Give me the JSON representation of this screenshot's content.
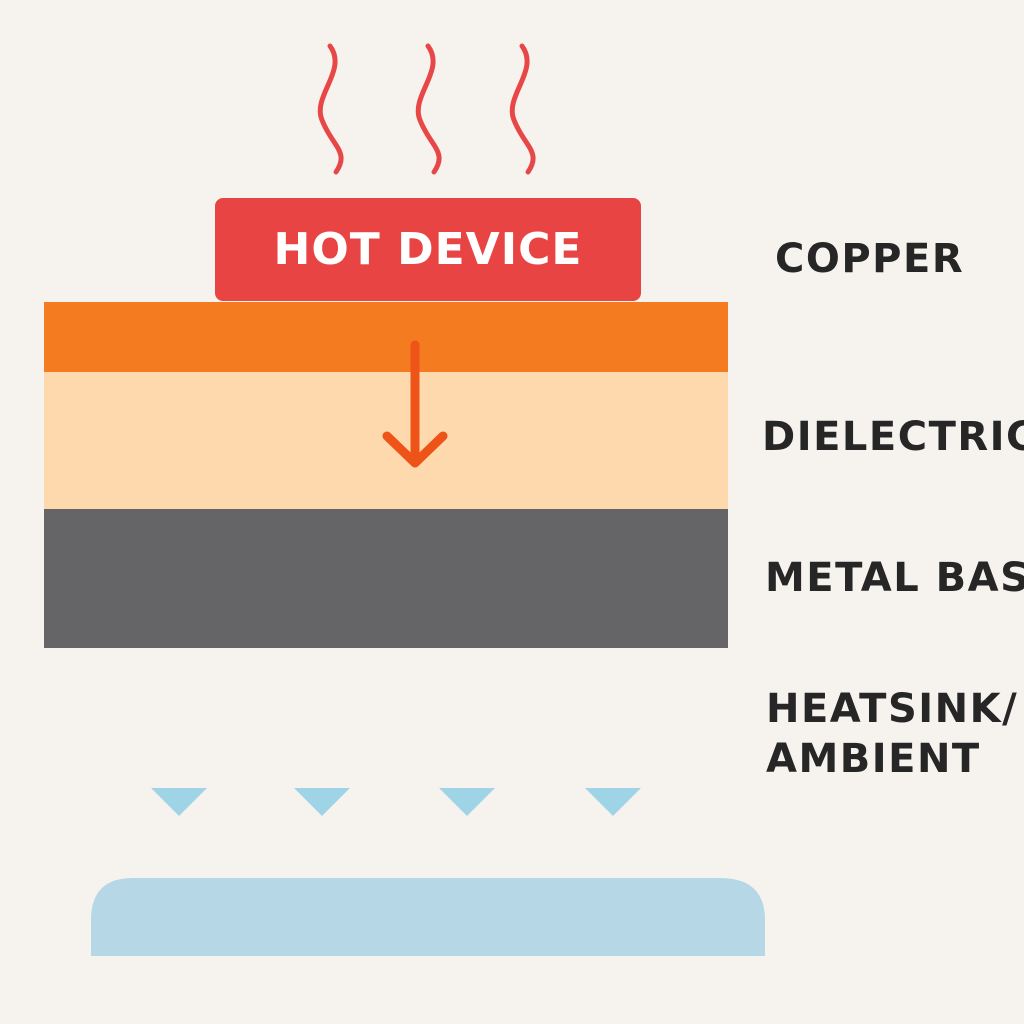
{
  "device": {
    "label": "HOT DEVICE"
  },
  "layers": {
    "copper": "COPPER",
    "dielectric": "DIELECTRIC",
    "metal_base": "METAL BASE",
    "heatsink_line1": "HEATSINK/",
    "heatsink_line2": "AMBIENT"
  },
  "colors": {
    "background": "#f6f3ef",
    "device": "#e94444",
    "heat_waves": "#e84747",
    "copper": "#f47b20",
    "dielectric": "#fdd9ad",
    "metal_base": "#656568",
    "flow_arrow": "#ee5318",
    "cooling_arrows": "#9fd3e6",
    "heatsink": "#b5d7e6",
    "text": "#262626"
  },
  "icons": {
    "heat": "wavy-heat-lines",
    "conduction": "down-arrow",
    "cooling": "down-arrow"
  }
}
